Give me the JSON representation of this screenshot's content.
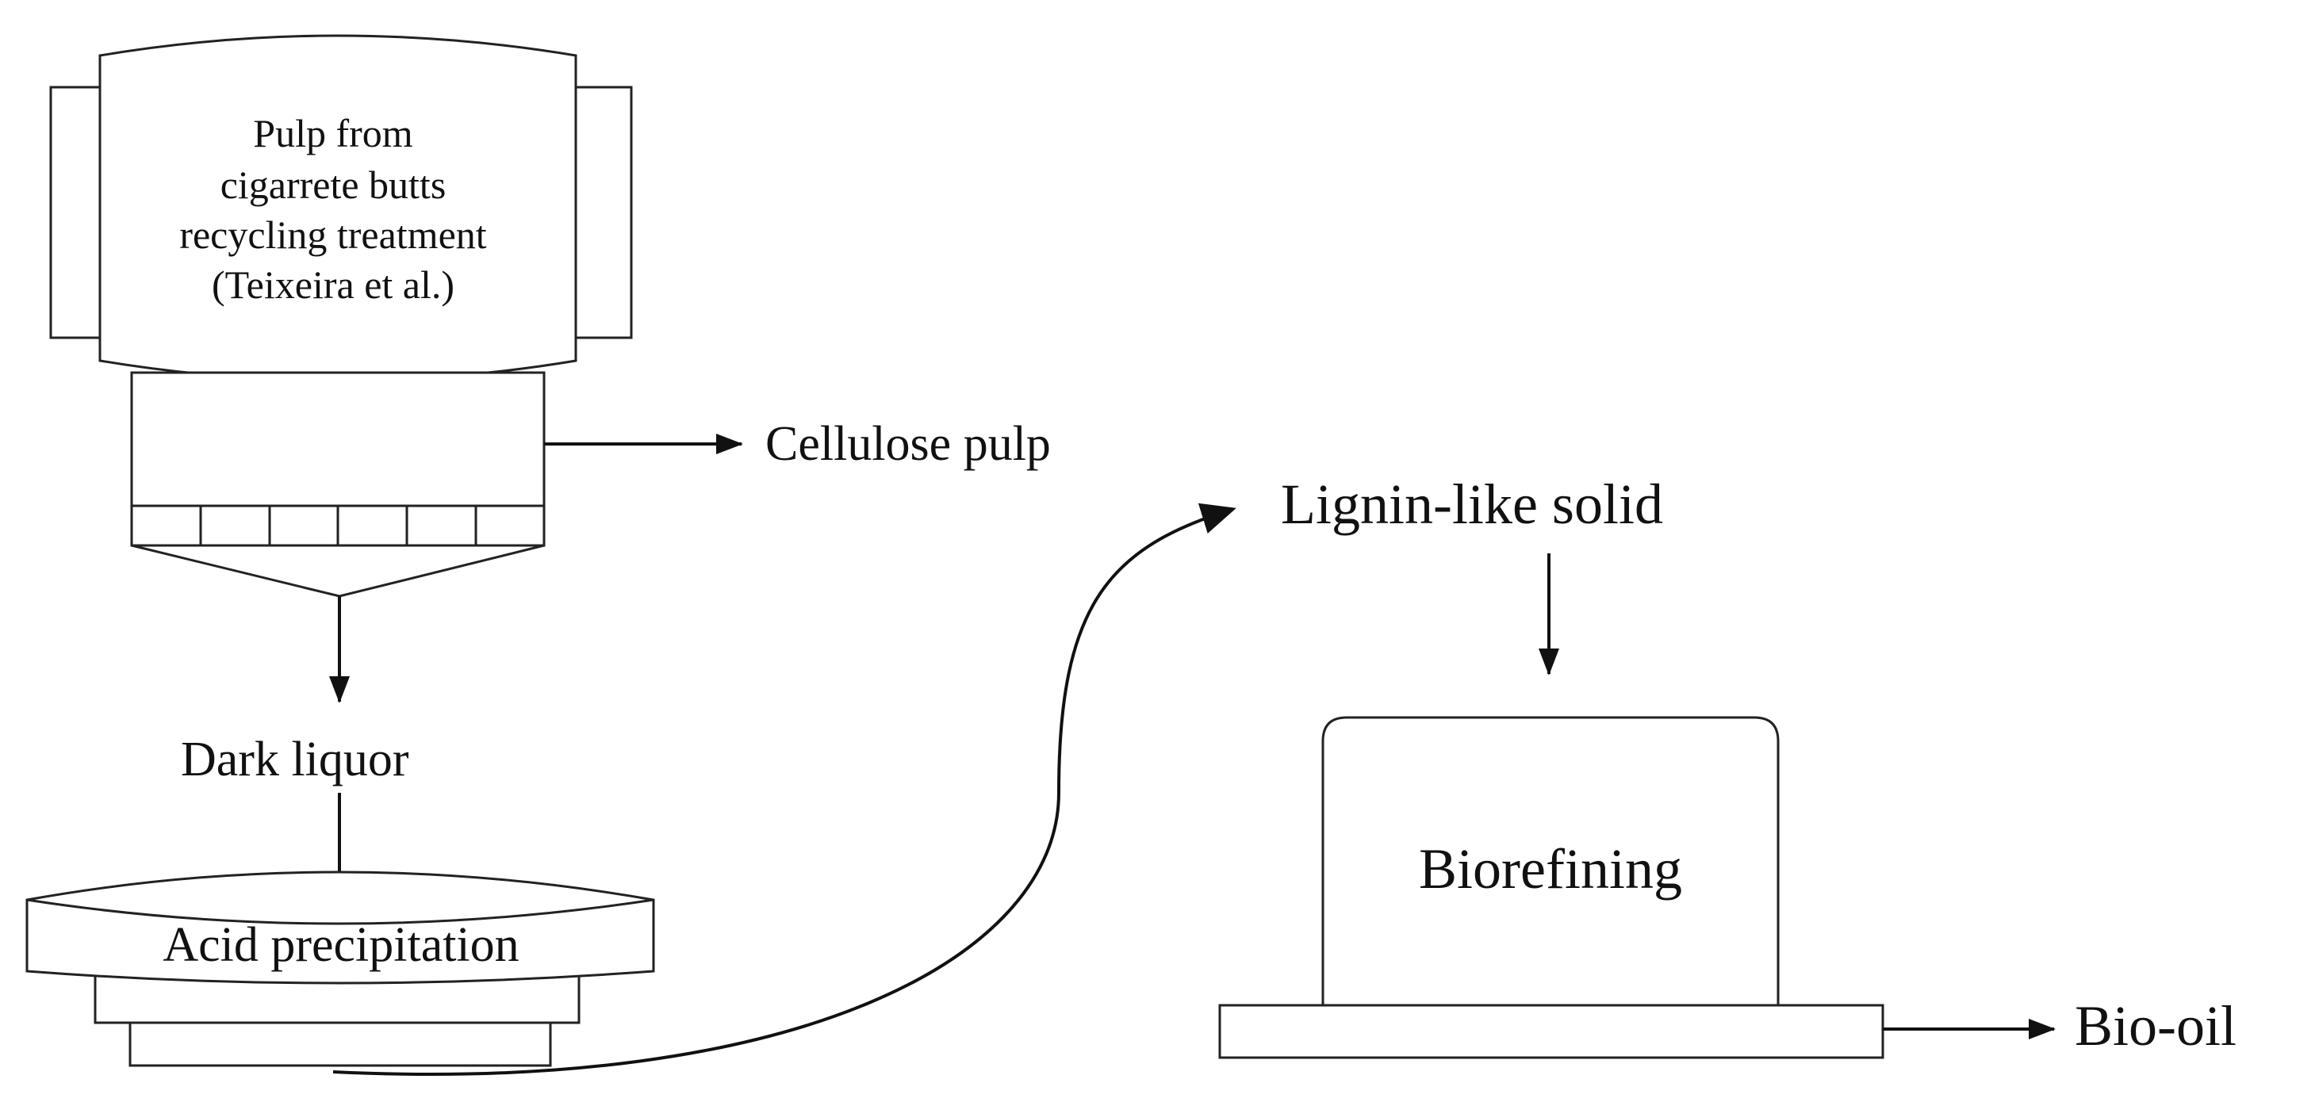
{
  "reactor": {
    "lines": [
      "Pulp from",
      "cigarrete butts",
      "recycling treatment",
      "(Teixeira et al.)"
    ]
  },
  "labels": {
    "cellulose_pulp": "Cellulose pulp",
    "dark_liquor": "Dark liquor",
    "acid_precipitation": "Acid precipitation",
    "lignin_like_solid": "Lignin-like solid",
    "biorefining": "Biorefining",
    "bio_oil": "Bio-oil"
  },
  "colors": {
    "stroke": "#222222",
    "text": "#111111",
    "background": "#ffffff"
  }
}
